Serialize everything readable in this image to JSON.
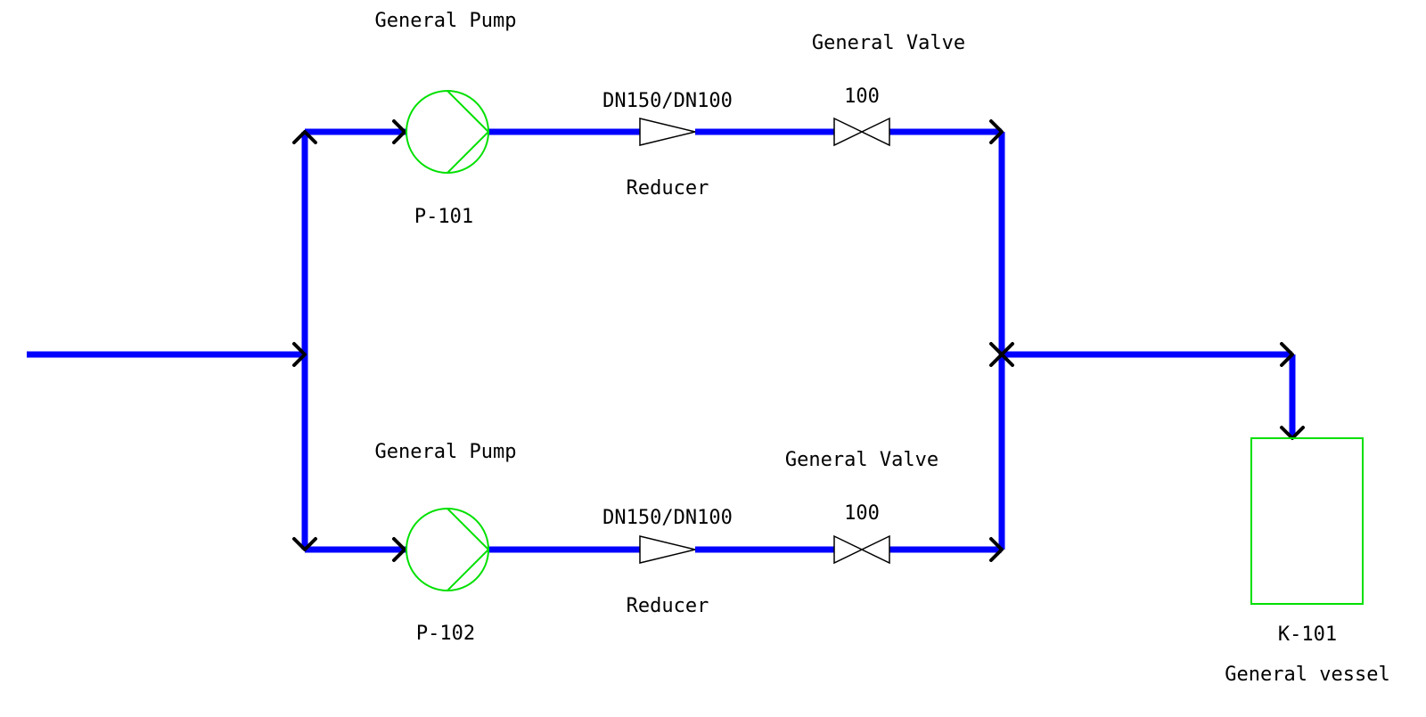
{
  "colors": {
    "pipe": "#0000ff",
    "equipment": "#00e000",
    "symbol": "#000000",
    "background": "#ffffff"
  },
  "branches": [
    {
      "pump": {
        "type": "General Pump",
        "tag": "P-101"
      },
      "reducer": {
        "size": "DN150/DN100",
        "label": "Reducer"
      },
      "valve": {
        "type": "General Valve",
        "size": "100"
      }
    },
    {
      "pump": {
        "type": "General Pump",
        "tag": "P-102"
      },
      "reducer": {
        "size": "DN150/DN100",
        "label": "Reducer"
      },
      "valve": {
        "type": "General Valve",
        "size": "100"
      }
    }
  ],
  "vessel": {
    "tag": "K-101",
    "type": "General vessel"
  }
}
